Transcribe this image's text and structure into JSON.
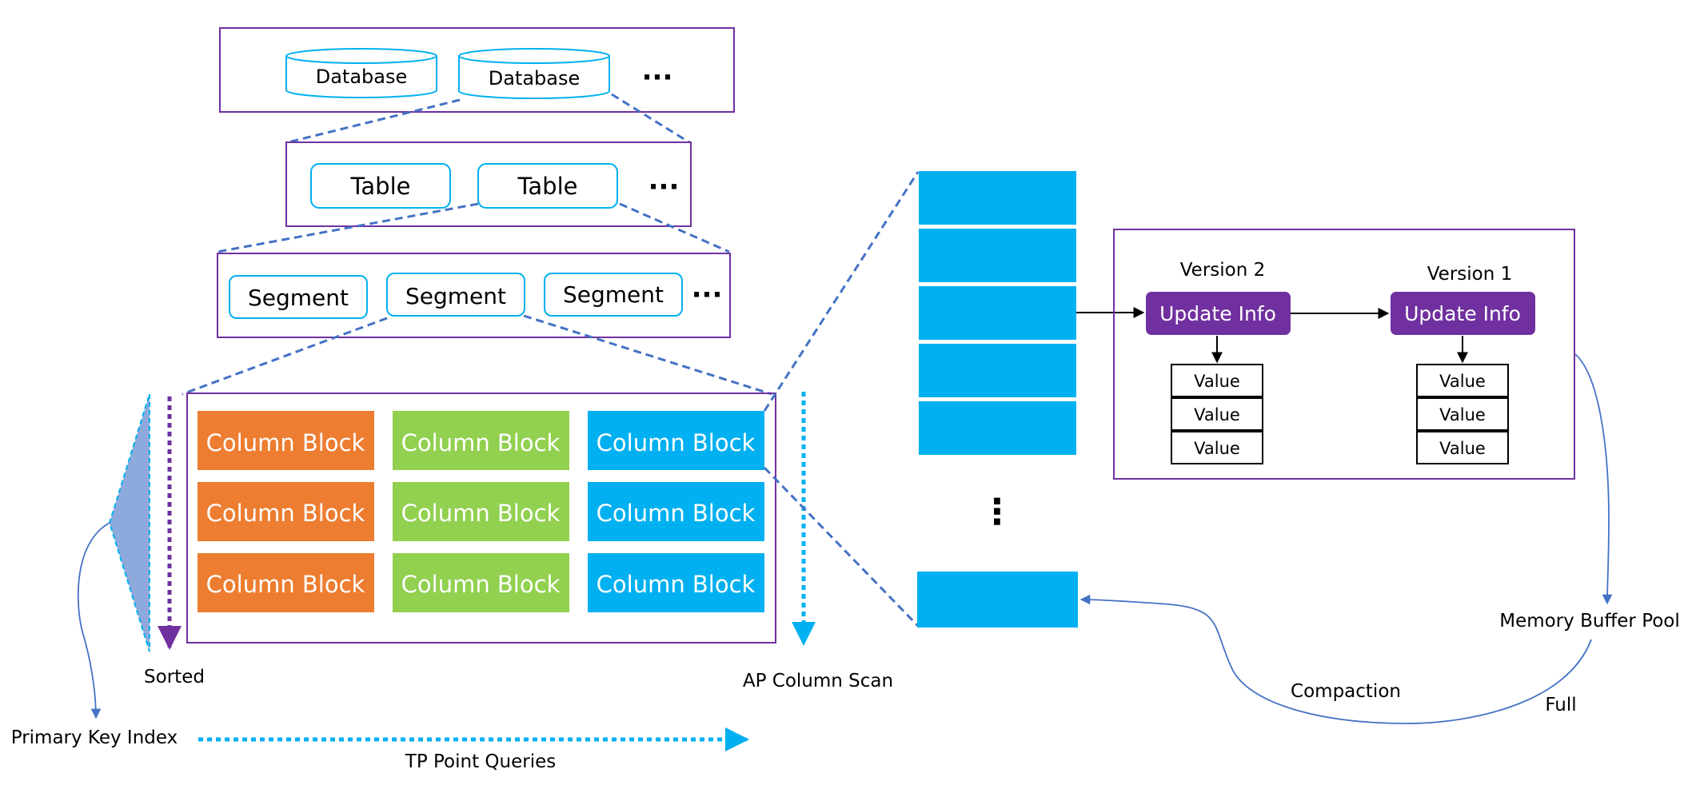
{
  "colors": {
    "purple_border": "#7030A0",
    "cyan": "#00B0F0",
    "orange": "#ED7D31",
    "green": "#92D050",
    "dashed_blue": "#4472C4",
    "curve_blue": "#4472C4",
    "triangle_fill": "#8EA9DB",
    "dark_purple": "#7030A0"
  },
  "hierarchy": {
    "database_label": "Database",
    "table_label": "Table",
    "segment_label": "Segment",
    "ellipsis": "···"
  },
  "blocks": {
    "column_block_label": "Column Block"
  },
  "versions": {
    "version2_label": "Version 2",
    "version1_label": "Version 1",
    "update_info_label": "Update Info",
    "value_label": "Value"
  },
  "labels": {
    "sorted": "Sorted",
    "primary_key_index": "Primary Key Index",
    "tp_point_queries": "TP Point Queries",
    "ap_column_scan": "AP Column Scan",
    "memory_buffer_pool": "Memory Buffer Pool",
    "compaction": "Compaction",
    "full": "Full",
    "vertical_ellipsis": "⋮"
  }
}
